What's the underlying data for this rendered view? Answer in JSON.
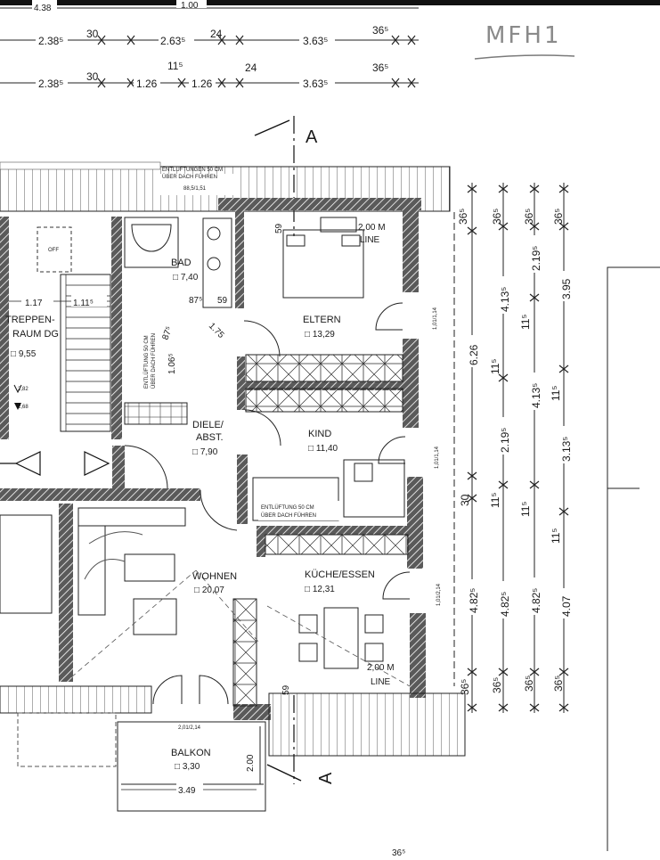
{
  "plan": {
    "label": "MFH1",
    "section_mark": "A",
    "top_dims": {
      "row0": [
        "4.38",
        "1.00"
      ],
      "row1": [
        "2.38⁵",
        "30",
        "2.63⁵",
        "24",
        "3.63⁵",
        "36⁵"
      ],
      "row2": [
        "2.38⁵",
        "30",
        "1.26",
        "11⁵",
        "1.26",
        "24",
        "3.63⁵",
        "36⁵"
      ]
    },
    "rooms": {
      "bad": {
        "name": "BAD",
        "area": "□ 7,40"
      },
      "eltern": {
        "name": "ELTERN",
        "area": "□ 13,29"
      },
      "treppen": {
        "name1": "TREPPEN-",
        "name2": "RAUM DG",
        "area": "□ 9,55"
      },
      "diele": {
        "name1": "DIELE/",
        "name2": "ABST.",
        "area": "□ 7,90"
      },
      "kind": {
        "name": "KIND",
        "area": "□ 11,40"
      },
      "wohnen": {
        "name": "WOHNEN",
        "area": "□ 20,07"
      },
      "kueche": {
        "name": "KÜCHE/ESSEN",
        "area": "□ 12,31"
      },
      "balkon": {
        "name": "BALKON",
        "area": "□ 3,30"
      },
      "off": "OFF"
    },
    "notes": {
      "entl_top": "ENTLÜFTUNGEN 50 CM",
      "entl_top2": "ÜBER DACH FÜHREN",
      "entl_mid": "ENTLÜFTUNG 50 CM",
      "entl_mid2": "ÜBER DACH FÜHREN",
      "entl_bad": "ENTLÜFTUNG 50 CM",
      "entl_bad2": "ÜBER DACH FÜHREN",
      "line_top": "2,00 M",
      "line_top2": "LINE",
      "line_bot": "2,00 M",
      "line_bot2": "LINE",
      "window_top": "88,5/1,51",
      "window_balkon": "2,01/2,14",
      "window_eltern": "1,01/1,14",
      "window_kind": "1,01/1,14",
      "window_kueche": "1,01/2,14"
    },
    "interior_dims": {
      "stair_w": "1.17",
      "stair_w2": "1.11⁵",
      "lvl1": "2,82",
      "lvl2": "2,68",
      "bad_d1": "87⁵",
      "bad_d2": "59",
      "bad_d3": "87⁵",
      "bad_d4": "1.75",
      "bad_d5": "1.06⁵",
      "eltern_59": "59",
      "kueche_59": "59",
      "balkon_w": "3.49",
      "balkon_d": "2.00",
      "bottom": "36⁵"
    },
    "right_dims": {
      "c1": [
        "36⁵",
        "6.26",
        "30",
        "4.82⁵",
        "36⁵"
      ],
      "c2": [
        "36⁵",
        "4.13⁵",
        "11⁵",
        "2.19⁵",
        "11⁵",
        "4.82⁵",
        "36⁵"
      ],
      "c3": [
        "36⁵",
        "2.19⁵",
        "11⁵",
        "4.13⁵",
        "11⁵",
        "4.82⁵",
        "36⁵"
      ],
      "c4": [
        "36⁵",
        "3.95",
        "11⁵",
        "3.13⁵",
        "11⁵",
        "4.07",
        "36⁵"
      ]
    }
  }
}
